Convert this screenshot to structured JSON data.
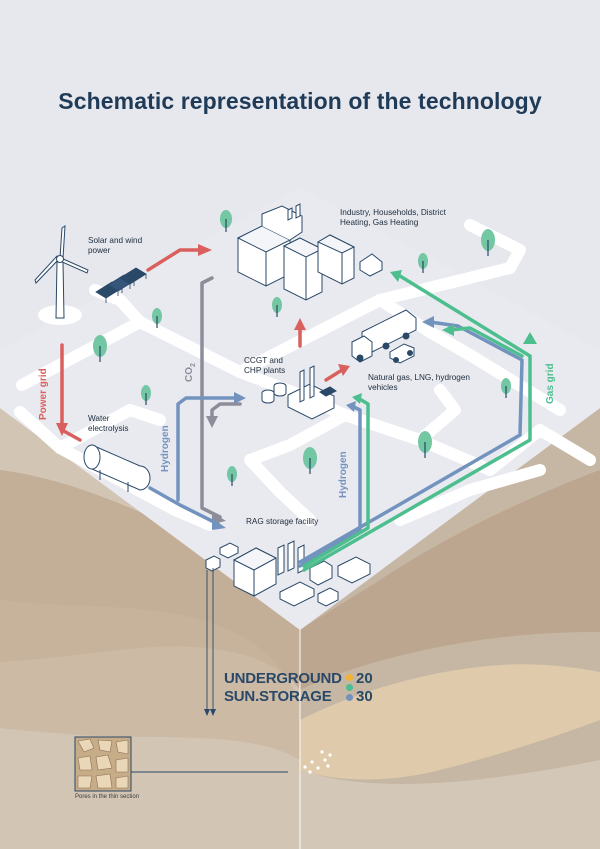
{
  "title": "Schematic representation of the technology",
  "labels": {
    "solar_wind": "Solar and wind power",
    "industry": "Industry, Households, District Heating, Gas Heating",
    "ccgt": "CCGT and CHP plants",
    "vehicles": "Natural gas, LNG, hydrogen vehicles",
    "electrolysis": "Water electrolysis",
    "storage": "RAG storage facility",
    "pores": "Pores in the thin section"
  },
  "flows": {
    "power_grid": "Power grid",
    "hydrogen_left": "Hydrogen",
    "co2_main": "CO",
    "co2_sub": "2",
    "hydrogen_right": "Hydrogen",
    "gas_grid": "Gas grid"
  },
  "logo": {
    "line1": "UNDERGROUND",
    "line2": "SUN.STORAGE",
    "year_top": "20",
    "year_bottom": "30"
  },
  "colors": {
    "power": "#d9605c",
    "hydrogen": "#7393bf",
    "co2": "#8c8d99",
    "gas": "#4dbe8e",
    "title": "#1f3b57"
  }
}
